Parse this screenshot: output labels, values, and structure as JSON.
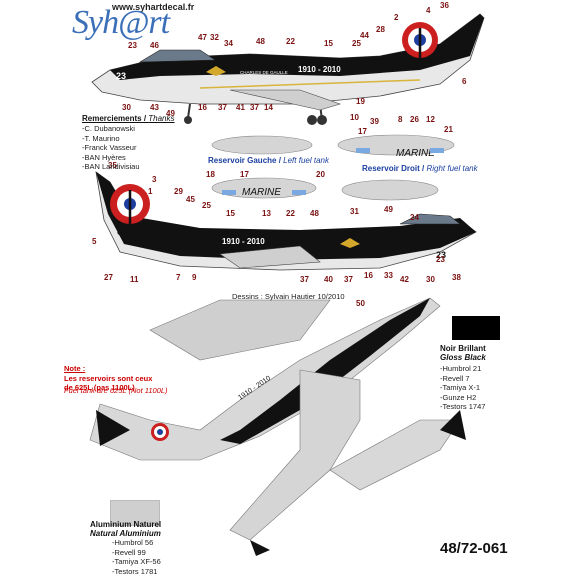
{
  "logo": {
    "brand": "Syh@rt",
    "url": "www.syhartdecal.fr"
  },
  "thanks": {
    "title": "Remerciements",
    "title_en": "Thanks",
    "names": [
      "-C. Dubanowski",
      "-T. Maurino",
      "-Franck Vasseur",
      "-BAN Hyères",
      "-BAN Landivisiau"
    ]
  },
  "tanks": {
    "left_label": "Reservoir Gauche",
    "left_label_en": "Left fuel tank",
    "right_label": "Reservoir Droit",
    "right_label_en": "Right fuel tank",
    "marine_text": "MARINE"
  },
  "aircraft": {
    "top_code": "1910 - 2010",
    "side_number": "23",
    "charles": "CHARLES DE GAULLE"
  },
  "credit": "Dessins : Sylvain Hautier 10/2010",
  "note": {
    "title": "Note :",
    "text_fr_1": "Les reservoirs sont ceux",
    "text_fr_2": "de 625L (pas 1100L)",
    "text_en": "Fuel tank are 625L (Not 1100L)"
  },
  "paints": {
    "black": {
      "name_fr": "Noir Brillant",
      "name_en": "Gloss Black",
      "refs": [
        "-Humbrol 21",
        "-Revell 7",
        "-Tamiya X-1",
        "-Gunze H2",
        "-Testors 1747"
      ],
      "color": "#000000"
    },
    "alu": {
      "name_fr": "Aluminium Naturel",
      "name_en": "Natural Aluminium",
      "refs": [
        "-Humbrol 56",
        "-Revell 99",
        "-Tamiya XF-56",
        "-Testors 1781"
      ],
      "color": "#cfcfcf"
    }
  },
  "reference": "48/72-061",
  "callouts_top": [
    "36",
    "4",
    "2",
    "28",
    "44",
    "25",
    "47",
    "32",
    "34",
    "48",
    "22",
    "15",
    "23",
    "46",
    "6",
    "30",
    "43",
    "49",
    "16",
    "37",
    "41",
    "37",
    "14",
    "10",
    "39",
    "8",
    "26",
    "12",
    "19"
  ],
  "callouts_mid": [
    "35",
    "3",
    "1",
    "29",
    "45",
    "25",
    "15",
    "13",
    "22",
    "48",
    "31",
    "49",
    "24",
    "5",
    "27",
    "11",
    "7",
    "9",
    "37",
    "40",
    "37",
    "16",
    "33",
    "42",
    "30",
    "38",
    "23",
    "50"
  ],
  "tank_callouts": [
    "17",
    "21",
    "18",
    "17",
    "20"
  ]
}
